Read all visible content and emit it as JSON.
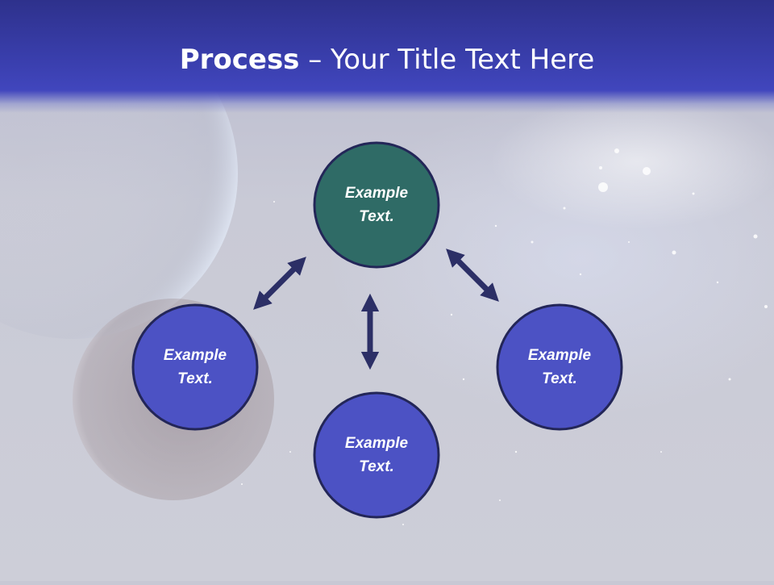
{
  "slide": {
    "title_bold": "Process",
    "title_rest": " – Your Title Text Here"
  },
  "colors": {
    "header": "#3a3fae",
    "center_node": "#2f6b66",
    "outer_node": "#4c52c4",
    "node_border": "#232658",
    "arrow": "#2c2f66"
  },
  "diagram": {
    "nodes": [
      {
        "id": "top",
        "label": "Example Text.",
        "line1": "Example",
        "line2": "Text."
      },
      {
        "id": "left",
        "label": "Example Text.",
        "line1": "Example",
        "line2": "Text."
      },
      {
        "id": "bottom",
        "label": "Example Text.",
        "line1": "Example",
        "line2": "Text."
      },
      {
        "id": "right",
        "label": "Example Text.",
        "line1": "Example",
        "line2": "Text."
      }
    ]
  }
}
